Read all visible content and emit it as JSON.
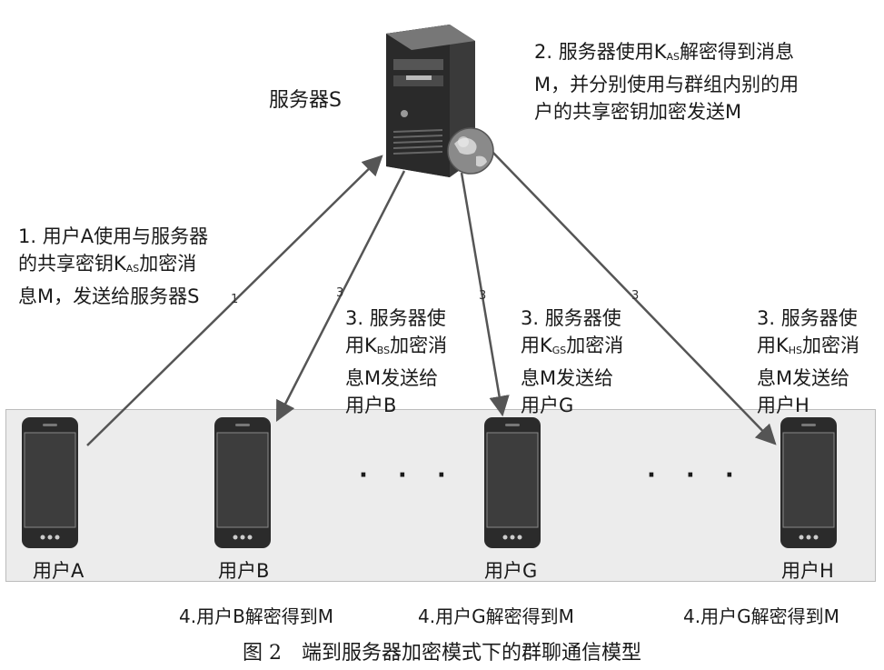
{
  "server": {
    "label": "服务器S"
  },
  "notes": {
    "server_action": [
      "2. 服务器使用K",
      "AS",
      "解密得到消息",
      "M，并分别使用与群组内别的用",
      "户的共享密钥加密发送M"
    ],
    "user_a_action": [
      "1. 用户A使用与服务器",
      "的共享密钥K",
      "AS",
      "加密消",
      "息M，发送给服务器S"
    ],
    "to_b": [
      "3. 服务器使",
      "用K",
      "BS",
      "加密消",
      "息M发送给",
      "用户B"
    ],
    "to_g": [
      "3. 服务器使",
      "用K",
      "GS",
      "加密消",
      "息M发送给",
      "用户G"
    ],
    "to_h": [
      "3. 服务器使",
      "用K",
      "HS",
      "加密消",
      "息M发送给",
      "用户H"
    ]
  },
  "steps": {
    "s1": "1",
    "s3a": "3",
    "s3b": "3",
    "s3c": "3"
  },
  "users": [
    "用户A",
    "用户B",
    "用户G",
    "用户H"
  ],
  "ellipsis": "· · ·",
  "results": [
    "4.用户B解密得到M",
    "4.用户G解密得到M",
    "4.用户G解密得到M"
  ],
  "caption": "图 2　端到服务器加密模式下的群聊通信模型"
}
